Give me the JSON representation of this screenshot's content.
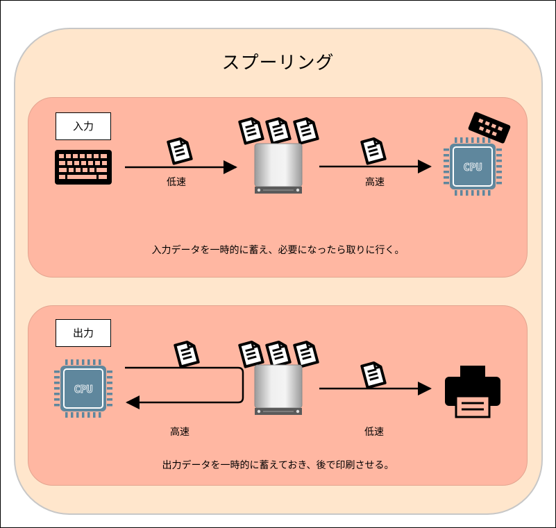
{
  "title": "スプーリング",
  "input_section": {
    "tag": "入力",
    "slow_label": "低速",
    "fast_label": "高速",
    "description": "入力データを一時的に蓄え、必要になったら取りに行く。",
    "cpu_text": "CPU"
  },
  "output_section": {
    "tag": "出力",
    "fast_label": "高速",
    "slow_label": "低速",
    "description": "出力データを一時的に蓄えておき、後で印刷させる。",
    "cpu_text": "CPU"
  },
  "colors": {
    "outer_fill": "#ffe6cc",
    "panel_fill": "#ffb7a2",
    "cpu_color": "#5f879d"
  }
}
